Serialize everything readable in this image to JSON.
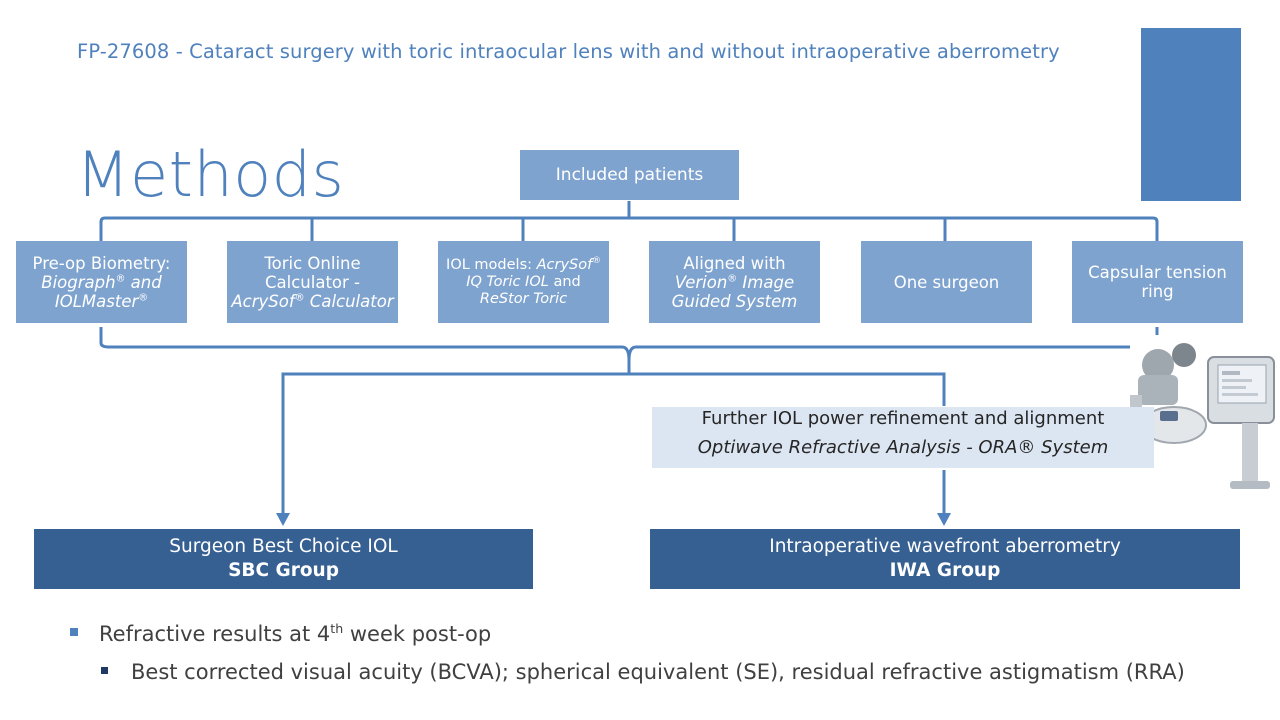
{
  "slide": {
    "header": "FP-27608 - Cataract surgery with toric intraocular lens with and without intraoperative aberrometry",
    "title": "Methods",
    "colors": {
      "accent": "#4f81bd",
      "box": "#7fa3cf",
      "group": "#376092",
      "note": "#dce6f2"
    }
  },
  "flow": {
    "top_box": "Included patients",
    "criteria": [
      {
        "text": "Pre-op Biometry:",
        "italic": "Biograph® and IOLMaster®"
      },
      {
        "text": "Toric Online Calculator -",
        "italic": "AcrySof® Calculator"
      },
      {
        "text": "IOL models:",
        "italic": "AcrySof® IQ Toric IOL",
        "text2": "and",
        "italic2": "ReStor Toric"
      },
      {
        "text": "Aligned with",
        "italic": "Verion® Image Guided System"
      },
      {
        "text": "One surgeon"
      },
      {
        "text": "Capsular tension ring"
      }
    ],
    "refinement": {
      "line1": "Further IOL power refinement and alignment",
      "line2": "Optiwave Refractive Analysis - ORA® System"
    },
    "groups": [
      {
        "line1": "Surgeon Best Choice IOL",
        "line2": "SBC Group"
      },
      {
        "line1": "Intraoperative wavefront aberrometry",
        "line2": "IWA Group"
      }
    ],
    "device_image": "ora-system-device-icon"
  },
  "bullets": {
    "main_pre": "Refractive results at 4",
    "main_sup": "th",
    "main_post": " week post-op",
    "sub": "Best corrected visual acuity (BCVA); spherical equivalent (SE), residual refractive astigmatism (RRA)"
  }
}
